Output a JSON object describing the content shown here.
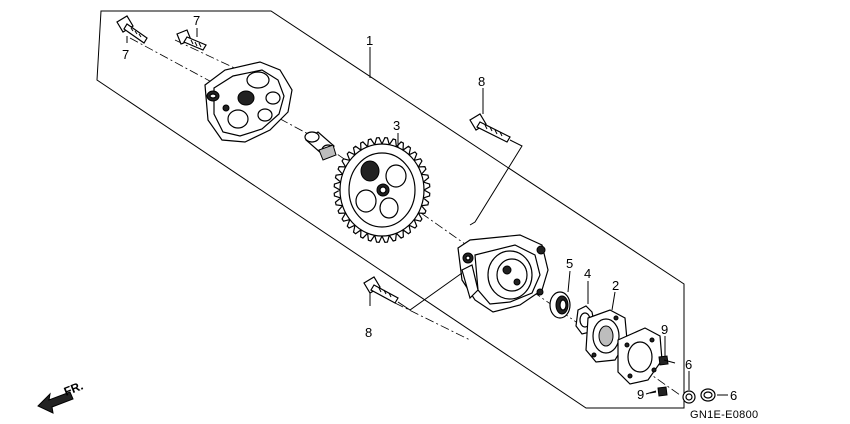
{
  "callouts": {
    "c1": "1",
    "c2": "2",
    "c3": "3",
    "c4": "4",
    "c5": "5",
    "c6a": "6",
    "c6b": "6",
    "c7a": "7",
    "c7b": "7",
    "c8a": "8",
    "c8b": "8",
    "c9a": "9",
    "c9b": "9"
  },
  "direction_label": "FR.",
  "diagram_code": "GN1E-E0800"
}
